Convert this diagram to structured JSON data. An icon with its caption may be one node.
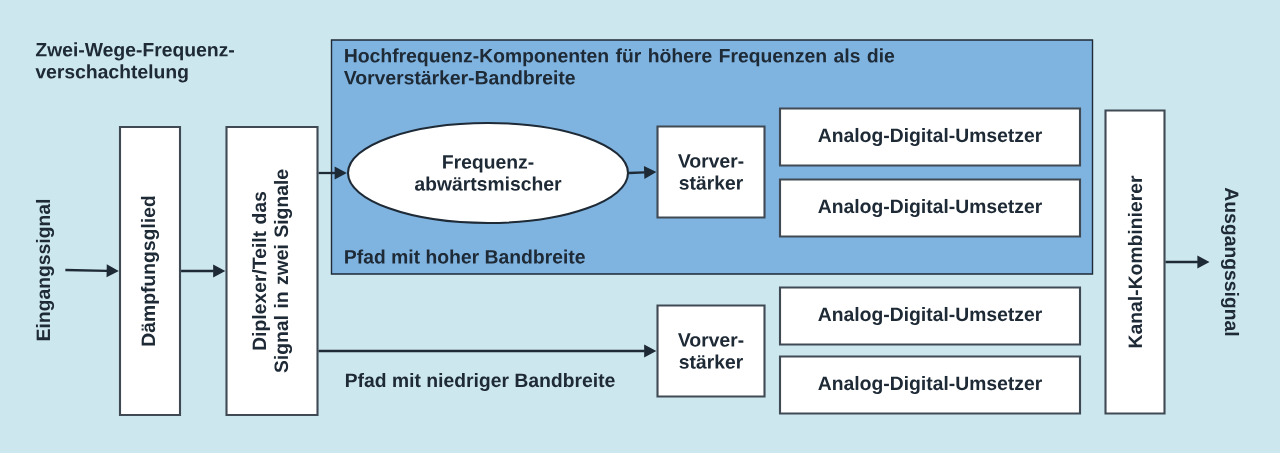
{
  "diagram": {
    "title": "Zwei-Wege-Frequenz-verschachtelung",
    "nodes": [
      {
        "text": [
          "Eingangssignal"
        ]
      },
      {
        "text": [
          "Dämpfungsglied"
        ]
      },
      {
        "text": [
          "Diplexer/Teilt das Signal in zwei Signale"
        ]
      },
      {
        "text": [
          "Hochfrequenz-Komponenten für höhere Frequenzen als die Vorverstärker-Bandbreite",
          "Pfad mit hoher Bandbreite"
        ]
      },
      {
        "text": [
          "Frequenz-abwärtsmischer"
        ],
        "in": 3
      },
      {
        "text": [
          "Vorver-stärker"
        ],
        "in": 3
      },
      {
        "text": [
          "Analog-Digital-Umsetzer"
        ],
        "in": 3
      },
      {
        "text": [
          "Analog-Digital-Umsetzer"
        ],
        "in": 3
      },
      {
        "text": [
          "Vorver-stärker"
        ]
      },
      {
        "text": [
          "Analog-Digital-Umsetzer"
        ]
      },
      {
        "text": [
          "Analog-Digital-Umsetzer"
        ]
      },
      {
        "text": [
          "Kanal-Kombinierer"
        ]
      },
      {
        "text": [
          "Ausgangssignal"
        ]
      }
    ],
    "edges": [
      {
        "from": 0,
        "to": 1,
        "arrow": "to"
      },
      {
        "from": 1,
        "to": 2,
        "arrow": "to"
      },
      {
        "from": 2,
        "to": 4,
        "arrow": "to"
      },
      {
        "from": 4,
        "to": 5,
        "arrow": "to"
      },
      {
        "from": 2,
        "to": 8,
        "arrow": "to",
        "label": "Pfad mit niedriger Bandbreite"
      },
      {
        "from": 11,
        "to": 12,
        "arrow": "to"
      }
    ]
  }
}
